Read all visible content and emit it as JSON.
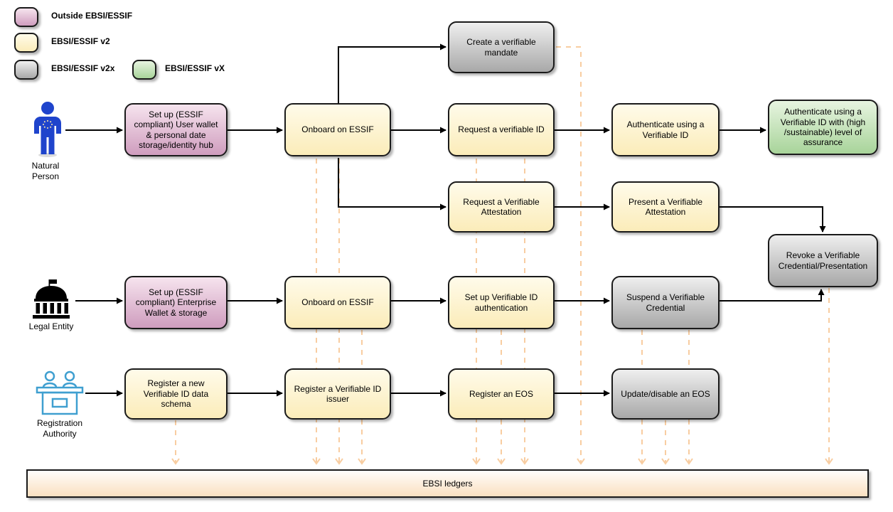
{
  "legend": {
    "items": [
      {
        "label": "Outside EBSI/ESSIF",
        "color": "#cf9dbe"
      },
      {
        "label": "EBSI/ESSIF v2",
        "color": "#fbecb9"
      },
      {
        "label": "EBSI/ESSIF v2x",
        "color": "#a8a8a8"
      },
      {
        "label": "EBSI/ESSIF vX",
        "color": "#a8d49a"
      }
    ]
  },
  "actors": [
    {
      "label": "Natural Person"
    },
    {
      "label": "Legal Entity"
    },
    {
      "label": "Registration Authority"
    }
  ],
  "nodes": {
    "setup_user_wallet": {
      "label": "Set up (ESSIF compliant) User wallet & personal date storage/identity hub",
      "category": "outside"
    },
    "onboard_np": {
      "label": "Onboard on ESSIF",
      "category": "v2"
    },
    "create_mandate": {
      "label": "Create a verifiable mandate",
      "category": "v2x"
    },
    "request_vid": {
      "label": "Request a verifiable ID",
      "category": "v2"
    },
    "auth_vid": {
      "label": "Authenticate using a Verifiable ID",
      "category": "v2"
    },
    "auth_vid_loa": {
      "label": "Authenticate using a Verifiable ID with (high /sustainable) level of assurance",
      "category": "vx"
    },
    "request_va": {
      "label": "Request a Verifiable Attestation",
      "category": "v2"
    },
    "present_va": {
      "label": "Present a Verifiable Attestation",
      "category": "v2"
    },
    "revoke_vc": {
      "label": "Revoke a Verifiable Credential/Presentation",
      "category": "v2x"
    },
    "setup_enterprise_wallet": {
      "label": "Set up (ESSIF compliant) Enterprise Wallet & storage",
      "category": "outside"
    },
    "onboard_le": {
      "label": "Onboard on ESSIF",
      "category": "v2"
    },
    "setup_vid_auth": {
      "label": "Set up Verifiable ID authentication",
      "category": "v2"
    },
    "suspend_vc": {
      "label": "Suspend a Verifiable Credential",
      "category": "v2x"
    },
    "register_schema": {
      "label": "Register a new Verifiable ID data schema",
      "category": "v2"
    },
    "register_issuer": {
      "label": "Register a Verifiable ID issuer",
      "category": "v2"
    },
    "register_eos": {
      "label": "Register an EOS",
      "category": "v2"
    },
    "update_eos": {
      "label": "Update/disable an EOS",
      "category": "v2x"
    }
  },
  "ledger": {
    "label": "EBSI ledgers"
  },
  "colors": {
    "outside_fill_top": "#f6e4ee",
    "outside_fill_bottom": "#cf9dbe",
    "v2_fill_top": "#fffbea",
    "v2_fill_bottom": "#fbecb9",
    "v2x_fill_top": "#efefef",
    "v2x_fill_bottom": "#a8a8a8",
    "vx_fill_top": "#e7f4e0",
    "vx_fill_bottom": "#a8d49a",
    "ledger_fill_top": "#fffdfb",
    "ledger_fill_bottom": "#fae0c0",
    "dashed_line": "#f8cda1",
    "arrow": "#000000",
    "border": "#1a1a1a",
    "person_icon": "#1f44cc",
    "legal_icon": "#000000",
    "registration_icon": "#3f9fd0"
  }
}
